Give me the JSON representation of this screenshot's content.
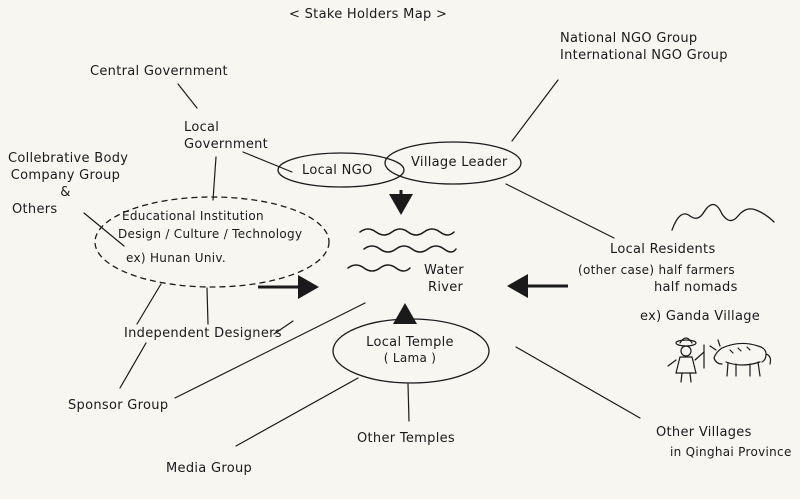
{
  "title": "< Stake Holders Map >",
  "nodes": {
    "central_government": "Central Government",
    "local_government": [
      "Local",
      "Government"
    ],
    "collaborative_body": [
      "Collebrative Body",
      "Company Group",
      "&",
      "Others"
    ],
    "national_ngo": [
      "National NGO Group",
      "International NGO Group"
    ],
    "local_ngo": "Local NGO",
    "village_leader": "Village Leader",
    "educational_institution": [
      "Educational Institution",
      "Design / Culture / Technology",
      "ex) Hunan Univ."
    ],
    "water_river": [
      "Water",
      "River"
    ],
    "local_residents": [
      "Local Residents",
      "(other case) half farmers",
      "half nomads",
      "ex) Ganda Village"
    ],
    "independent_designers": "Independent Designers",
    "local_temple": [
      "Local Temple",
      "( Lama )"
    ],
    "sponsor_group": "Sponsor Group",
    "other_temples": "Other Temples",
    "media_group": "Media Group",
    "other_villages": [
      "Other Villages",
      "in Qinghai Province"
    ]
  },
  "colors": {
    "ink": "#1a1a1a",
    "paper": "#f7f6f1"
  }
}
